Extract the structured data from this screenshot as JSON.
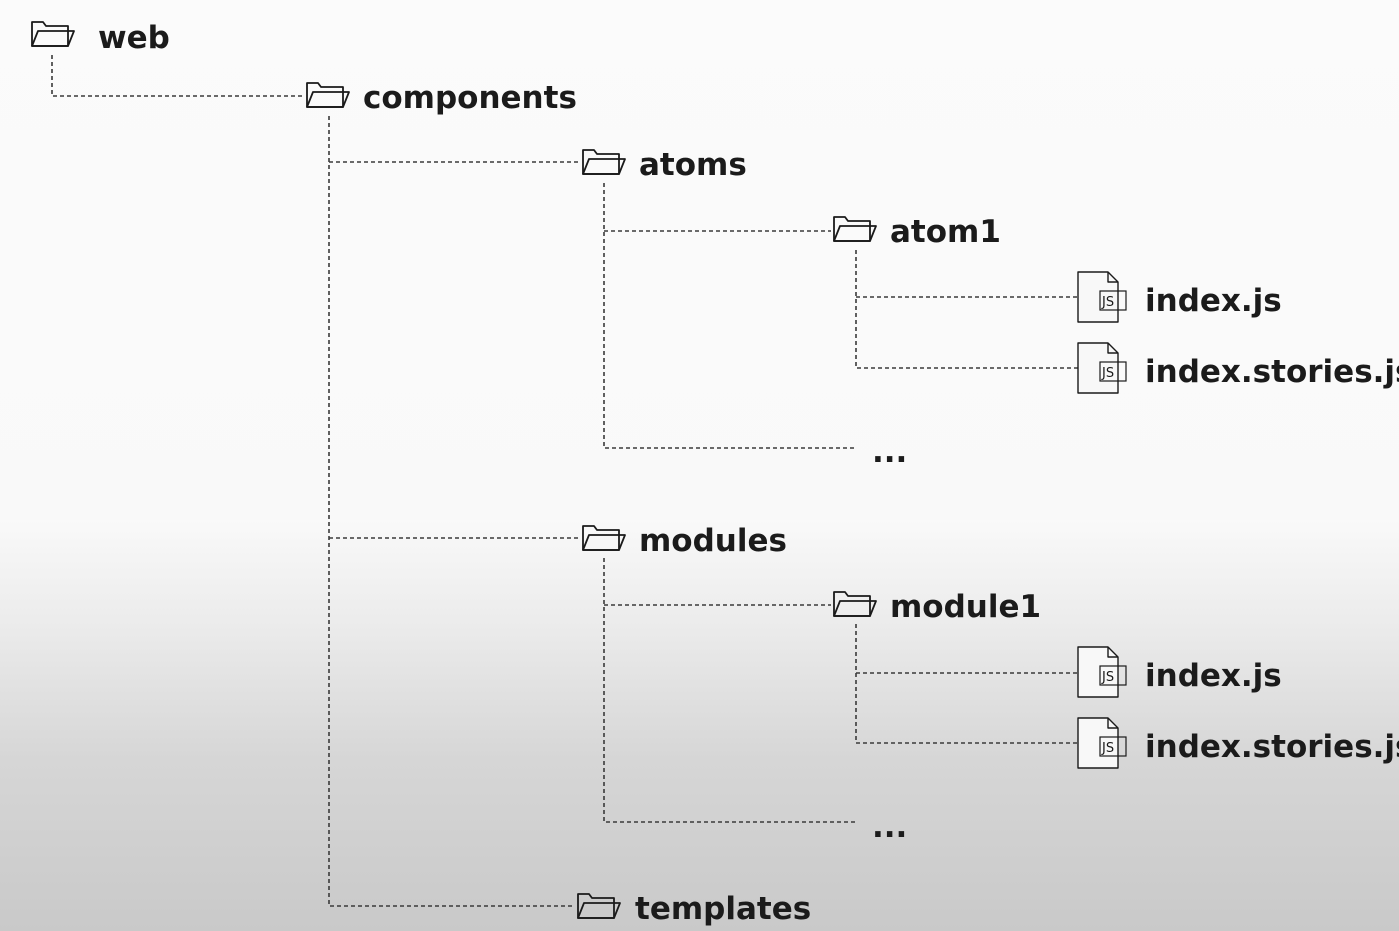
{
  "tree": {
    "root": {
      "label": "web",
      "icon": "folder-icon",
      "children": {
        "components": {
          "label": "components",
          "icon": "folder-icon",
          "children": {
            "atoms": {
              "label": "atoms",
              "icon": "folder-icon",
              "children": {
                "atom1": {
                  "label": "atom1",
                  "icon": "folder-icon",
                  "files": [
                    {
                      "label": "index.js",
                      "icon": "js-file-icon",
                      "badge": "JS"
                    },
                    {
                      "label": "index.stories.js",
                      "icon": "js-file-icon",
                      "badge": "JS"
                    }
                  ]
                },
                "more": {
                  "label": "..."
                }
              }
            },
            "modules": {
              "label": "modules",
              "icon": "folder-icon",
              "children": {
                "module1": {
                  "label": "module1",
                  "icon": "folder-icon",
                  "files": [
                    {
                      "label": "index.js",
                      "icon": "js-file-icon",
                      "badge": "JS"
                    },
                    {
                      "label": "index.stories.js",
                      "icon": "js-file-icon",
                      "badge": "JS"
                    }
                  ]
                },
                "more": {
                  "label": "..."
                }
              }
            },
            "templates": {
              "label": "templates",
              "icon": "folder-icon"
            }
          }
        }
      }
    }
  },
  "colors": {
    "line": "#3a3a3a",
    "text": "#1b1b1b",
    "background_top": "#fbfbfb",
    "background_bottom": "#c9c9c9"
  }
}
